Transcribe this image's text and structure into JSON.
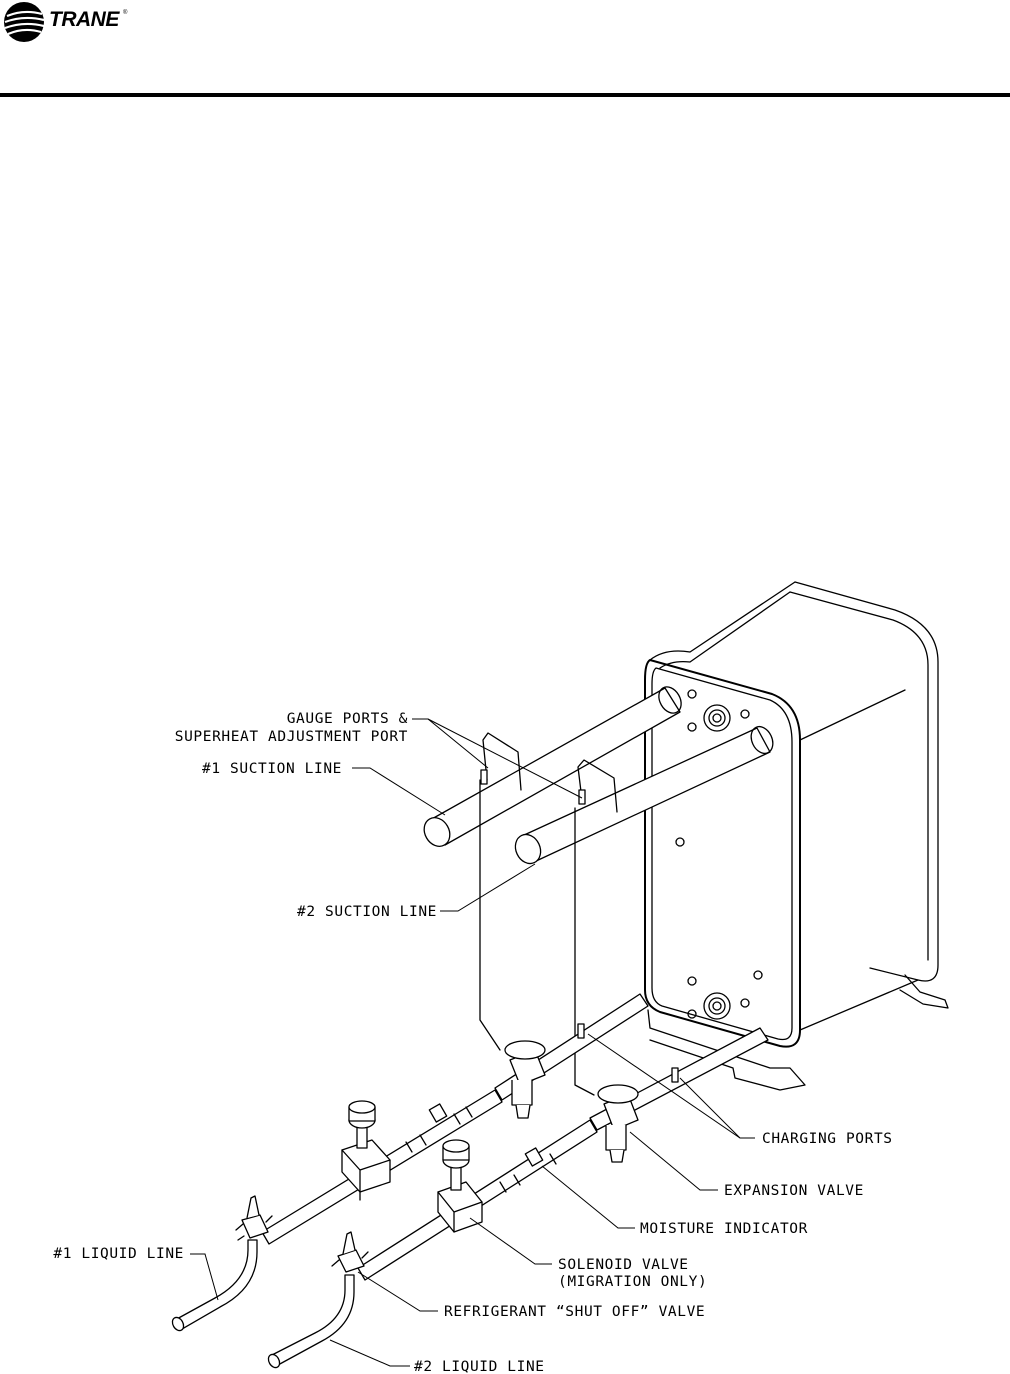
{
  "header": {
    "brand": "TRANE",
    "brand_mark": "®",
    "logo_icon": "trane-globe-logo-icon"
  },
  "diagram": {
    "labels": {
      "gauge_ports_line1": "GAUGE PORTS &",
      "gauge_ports_line2": "SUPERHEAT ADJUSTMENT PORT",
      "suction_1": "#1 SUCTION LINE",
      "suction_2": "#2 SUCTION LINE",
      "charging_ports": "CHARGING PORTS",
      "expansion_valve": "EXPANSION VALVE",
      "moisture_indicator": "MOISTURE INDICATOR",
      "solenoid_line1": "SOLENOID VALVE",
      "solenoid_line2": "(MIGRATION ONLY)",
      "liquid_1": "#1 LIQUID LINE",
      "shutoff_valve": "REFRIGERANT “SHUT OFF” VALVE",
      "liquid_2": "#2 LIQUID LINE"
    }
  }
}
